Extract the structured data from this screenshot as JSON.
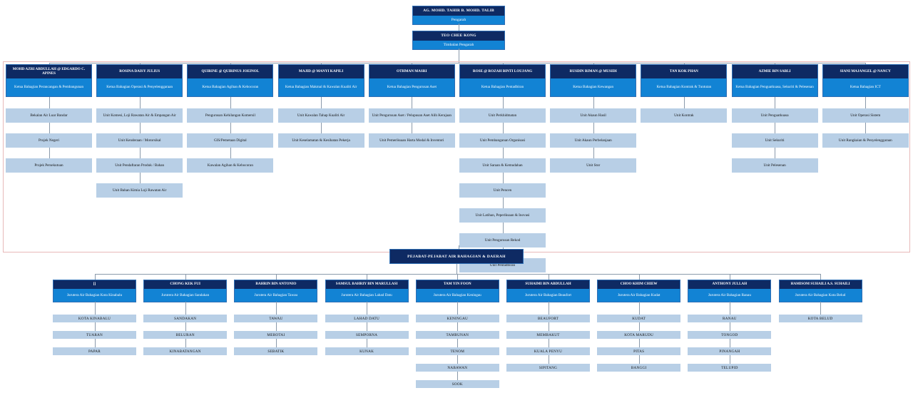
{
  "org": {
    "director": {
      "name": "AG. MOHD. TAHIR B. MOHD. TALIB",
      "title": "Pengarah"
    },
    "deputy": {
      "name": "TEO CHEE KONG",
      "title": "Timbalan Pengarah"
    },
    "banner": "PEJABAT-PEJABAT AIR BAHAGIAN & DAERAH",
    "colors": {
      "header_navy": "#0e2a63",
      "title_blue": "#1283d4",
      "unit_blue": "#b8cfe6",
      "frame_pink": "#e8b9b9",
      "connector": "#8a9aab"
    },
    "divisions": [
      {
        "name": "MOHD AZRI ABDULLAH @ EDGARDO C. APINES",
        "title": "Ketua Bahagian Perancangan & Pembangunan",
        "units": [
          "Bekalan Air Luar Bandar",
          "Projek Negeri",
          "Projek Persekutuan"
        ]
      },
      {
        "name": "ROSINA DAISY JULIUS",
        "title": "Ketua Bahagian Operasi & Penyelenggaraan",
        "units": [
          "Unit Komesi, Loji Rawatan Air & Empangan Air",
          "Unit Kenderaan / Motorsikal",
          "Unit Pendaftaran Produk / Bahan",
          "Unit Bahan Kimia Loji Rawatan Air"
        ]
      },
      {
        "name": "QUIRINE @ QUIRINUS JOEINOL",
        "title": "Ketua Bahagian Agihan & Kebocoran",
        "units": [
          "Pengurusan Kehilangan Komersil",
          "GIS/Pemetaan Digital",
          "Kawalan Agihan & Kebocoran"
        ]
      },
      {
        "name": "MAJID @ MANYI KAPILI",
        "title": "Ketua Bahagian Makmal & Kawalan Kualiti Air",
        "units": [
          "Unit Kawalan Tahap Kualiti Air",
          "Unit Keselamatan & Kesihatan Pekerja"
        ]
      },
      {
        "name": "OTHMAN MASRI",
        "title": "Ketua Bahagian Pengurusan Aset",
        "units": [
          "Unit Pengurusan Aset / Pelupusan Aset Alih Kerajaan",
          "Unit Pemeriksaan Harta Modal & Inventori"
        ]
      },
      {
        "name": "ROSE @ ROZAH BINTI LOUJANG",
        "title": "Ketua Bahagian Pentadbiran",
        "units": [
          "Unit Perkhidmatan",
          "Unit Pembangunan Organisasi",
          "Unit Saraan & Kemudahan",
          "Unit Pencen",
          "Unit Latihan, Peperiksaan & Inovasi",
          "Unit Pengurusan Rekod",
          "Unit Pentadbiran"
        ]
      },
      {
        "name": "RUSDIN RIMAN @ MUSIDI",
        "title": "Ketua Bahagian Kewangan",
        "units": [
          "Unit Akaun Hasil",
          "Unit Akaun Perbelanjaan",
          "Unit Stor"
        ]
      },
      {
        "name": "TAN KOK PHAN",
        "title": "Ketua Bahagian Kontrak & Tuntutan",
        "units": [
          "Unit Kontrak"
        ]
      },
      {
        "name": "AZMIE BIN SABLI",
        "title": "Ketua Bahagian Penguatkuasa, Sekuriti & Pelesenan",
        "units": [
          "Unit Penguatkuasa",
          "Unit Sekuriti",
          "Unit Pelesenan"
        ]
      },
      {
        "name": "SIANI MAJANGEL @ NANCY",
        "title": "Ketua Bahagian ICT",
        "units": [
          "Unit Operasi Sistem",
          "Unit Rangkaian & Penyelenggaraan"
        ]
      }
    ],
    "regions": [
      {
        "name": "[]",
        "title": "Jurutera Air Bahagian Kota Kinabalu",
        "districts": [
          "KOTA KINABALU",
          "TUARAN",
          "PAPAR"
        ]
      },
      {
        "name": "CHONG KEK FUI",
        "title": "Jurutera Air Bahagian Sandakan",
        "districts": [
          "SANDAKAN",
          "BELURAN",
          "KINABATANGAN"
        ]
      },
      {
        "name": "BAHRIN BIN ANTONIO",
        "title": "Jurutera Air Bahagian Tawau",
        "districts": [
          "TAWAU",
          "MEROTAI",
          "SEBATIK"
        ]
      },
      {
        "name": "SAMSUL BAHRIY BIN MARULLASI",
        "title": "Jurutera Air Bahagian Lahad Datu",
        "districts": [
          "LAHAD DATU",
          "SEMPORNA",
          "KUNAK"
        ]
      },
      {
        "name": "TAM YIN FOON",
        "title": "Jurutera Air Bahagian Keningau",
        "districts": [
          "KENINGAU",
          "TAMBUNAN",
          "TENOM",
          "NABAWAN",
          "SOOK"
        ]
      },
      {
        "name": "SUHAIMI BIN ABDULLAH",
        "title": "Jurutera Air Bahagian Beaufort",
        "districts": [
          "BEAUFORT",
          "MEMBAKUT",
          "KUALA PENYU",
          "SIPITANG"
        ]
      },
      {
        "name": "CHOO KHIM CHIEW",
        "title": "Jurutera Air Bahagian Kudat",
        "districts": [
          "KUDAT",
          "KOTA MARUDU",
          "PITAS",
          "BANGGI"
        ]
      },
      {
        "name": "ANTHONY JULLAH",
        "title": "Jurutera Air Bahagian Ranau",
        "districts": [
          "RANAU",
          "TONGOD",
          "PINANGAH",
          "TELUPID"
        ]
      },
      {
        "name": "HAMISOM SUHAILI A.S. SUHAILI",
        "title": "Jurutera Air Bahagian Kota Belud",
        "districts": [
          "KOTA BELUD"
        ]
      }
    ]
  }
}
